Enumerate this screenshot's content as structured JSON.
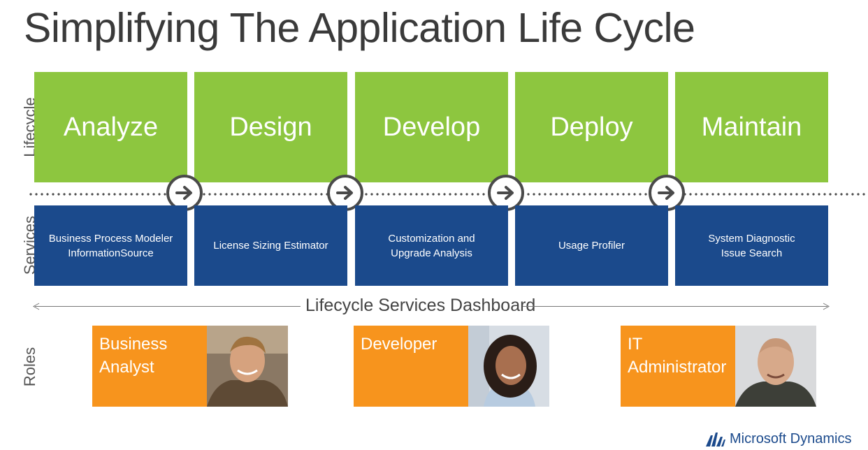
{
  "title": "Simplifying The Application Life Cycle",
  "row_labels": {
    "lifecycle": "Lifecycle",
    "services": "Services",
    "roles": "Roles"
  },
  "phases": [
    "Analyze",
    "Design",
    "Develop",
    "Deploy",
    "Maintain"
  ],
  "services": [
    "Business Process Modeler\nInformationSource",
    "License Sizing Estimator",
    "Customization and\nUpgrade Analysis",
    "Usage Profiler",
    "System Diagnostic\nIssue Search"
  ],
  "dashboard_label": "Lifecycle Services Dashboard",
  "roles": [
    "Business\nAnalyst",
    "Developer",
    "IT\nAdministrator"
  ],
  "logo_text": "Microsoft Dynamics",
  "colors": {
    "lifecycle": "#8dc63f",
    "services": "#1b4a8c",
    "roles": "#f7941d",
    "arrow": "#4a4a4a"
  },
  "icons": {
    "connector": "arrow-right-icon",
    "logo": "microsoft-dynamics-logo-icon"
  }
}
